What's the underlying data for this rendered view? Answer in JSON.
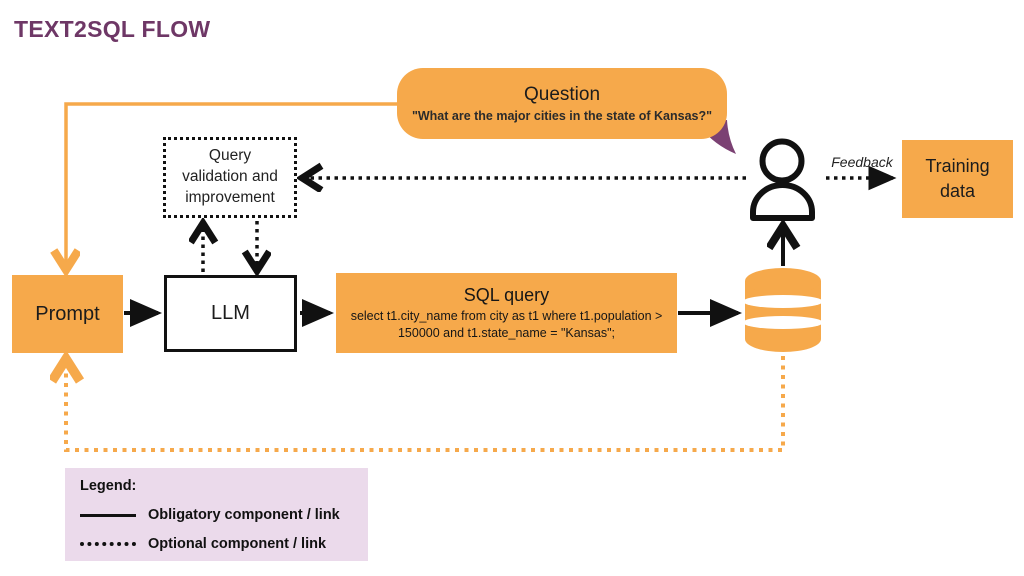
{
  "title": "TEXT2SQL FLOW",
  "bubble": {
    "title": "Question",
    "quote": "\"What are the major cities in the state of Kansas?\""
  },
  "nodes": {
    "validation_lines": [
      "Query",
      "validation and",
      "improvement"
    ],
    "prompt": "Prompt",
    "llm": "LLM",
    "sql_title": "SQL query",
    "sql_code": "select t1.city_name from city as t1 where t1.population > 150000 and t1.state_name = \"Kansas\";",
    "training": "Training data"
  },
  "labels": {
    "feedback": "Feedback"
  },
  "legend": {
    "title": "Legend:",
    "obligatory": "Obligatory component / link",
    "optional": "Optional component / link"
  },
  "icons": {
    "person": "person-icon",
    "database": "database-icon"
  },
  "colors": {
    "orange": "#F6A94B",
    "purple_title": "#6E3766",
    "bubble_tail": "#7B4173",
    "ink": "#111111",
    "legend_bg": "#EBDAEB"
  }
}
